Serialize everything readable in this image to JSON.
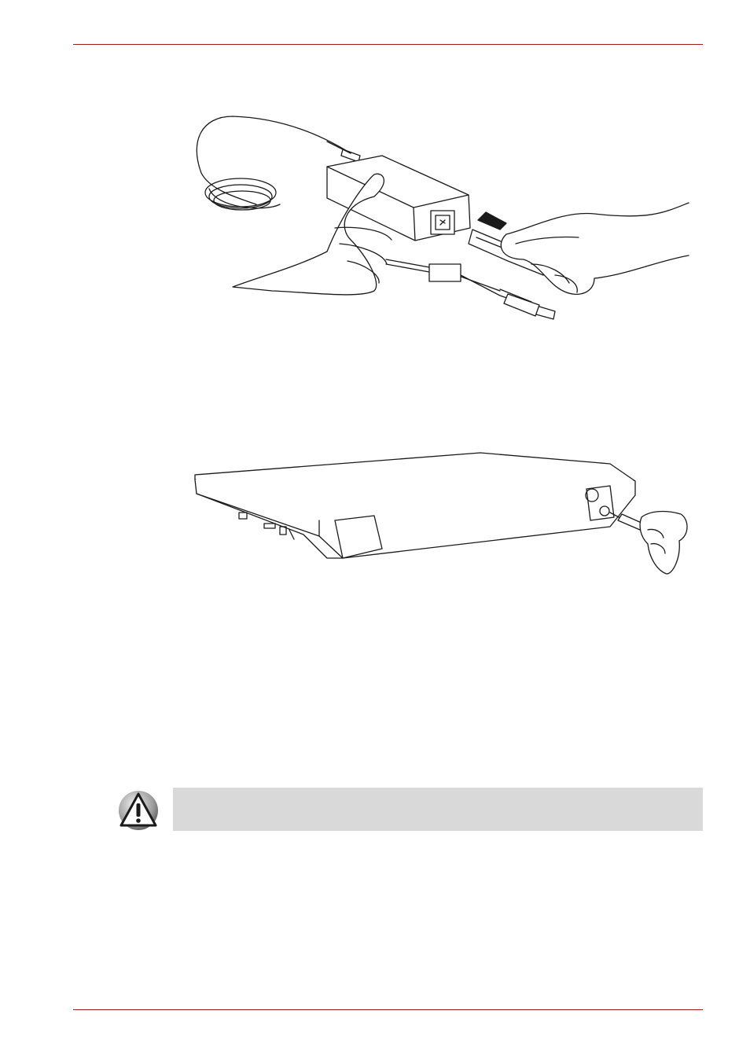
{
  "page": {
    "rule_color": "#a01c1c",
    "note_background": "#d9d9d9"
  },
  "figures": [
    {
      "name": "ac-adapter-power-cord-connection-illustration",
      "icon": "ac-adapter-illustration"
    },
    {
      "name": "laptop-dc-in-connection-illustration",
      "icon": "laptop-illustration"
    }
  ],
  "note": {
    "icon": "warning-triangle-icon",
    "text": ""
  }
}
